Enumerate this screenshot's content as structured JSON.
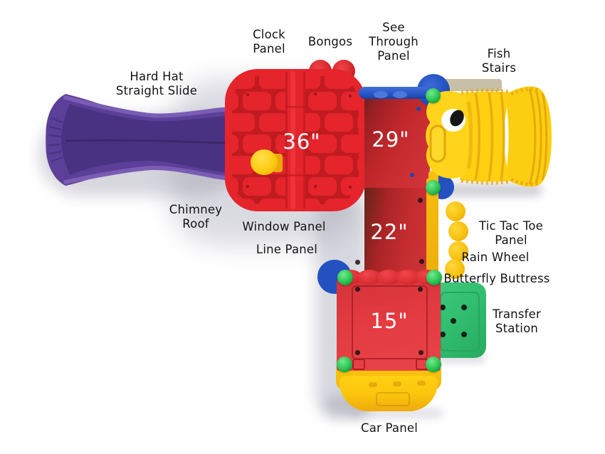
{
  "scene": {
    "description": "Top view diagram of a toddler playground structure with labeled components",
    "background_color": "#ffffff"
  },
  "labels": {
    "hard_hat_straight_slide": "Hard Hat\nStraight Slide",
    "clock_panel": "Clock\nPanel",
    "bongos": "Bongos",
    "see_through_panel": "See\nThrough\nPanel",
    "fish_stairs": "Fish\nStairs",
    "chimney_roof": "Chimney\nRoof",
    "window_panel": "Window Panel",
    "line_panel": "Line Panel",
    "tic_tac_toe_panel": "Tic Tac Toe Panel",
    "rain_wheel": "Rain Wheel",
    "butterfly_buttress": "Butterfly Buttress",
    "transfer_station": "Transfer\nStation",
    "car_panel": "Car Panel"
  },
  "deck_heights": {
    "chimney_roof_deck": "36\"",
    "upper_deck": "29\"",
    "middle_deck": "22\"",
    "lower_deck": "15\""
  },
  "colors": {
    "slide_purple": "#5b3f98",
    "roof_red": "#e5242b",
    "deck_red": "#c62d31",
    "lower_deck_red": "#e23a3f",
    "stairs_yellow": "#ffd012",
    "car_panel_yellow": "#fcc60e",
    "panel_blue": "#2352c0",
    "connector_green": "#2dc553",
    "transfer_green": "#31bd70",
    "label_text": "#141414",
    "dimension_text": "#ffffff"
  }
}
